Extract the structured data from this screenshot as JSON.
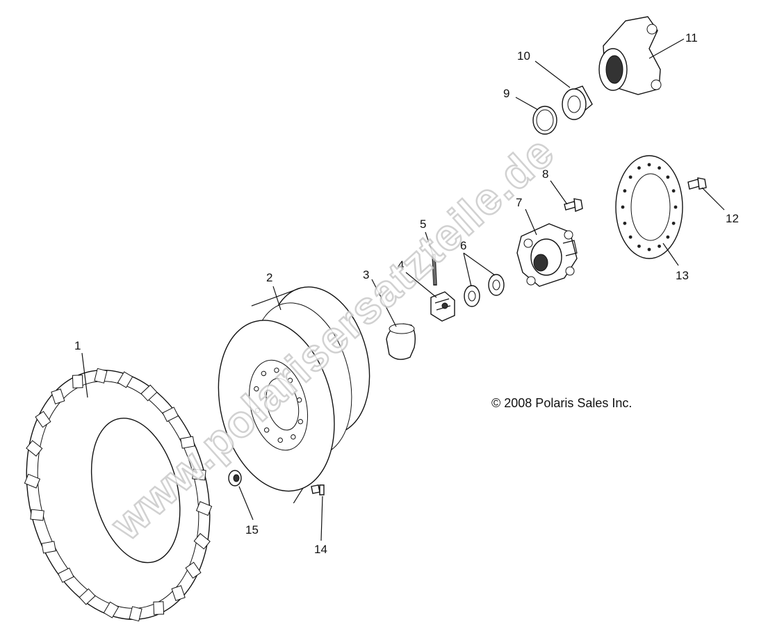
{
  "callouts": {
    "c1": "1",
    "c2": "2",
    "c3": "3",
    "c4": "4",
    "c5": "5",
    "c6": "6",
    "c7": "7",
    "c8": "8",
    "c9": "9",
    "c10": "10",
    "c11": "11",
    "c12": "12",
    "c13": "13",
    "c14": "14",
    "c15": "15"
  },
  "copyright": "© 2008 Polaris Sales Inc.",
  "watermark": "www.polarisersatzteile.de",
  "colors": {
    "line": "#111111",
    "background": "#ffffff",
    "watermark": "#c9c9c9"
  }
}
